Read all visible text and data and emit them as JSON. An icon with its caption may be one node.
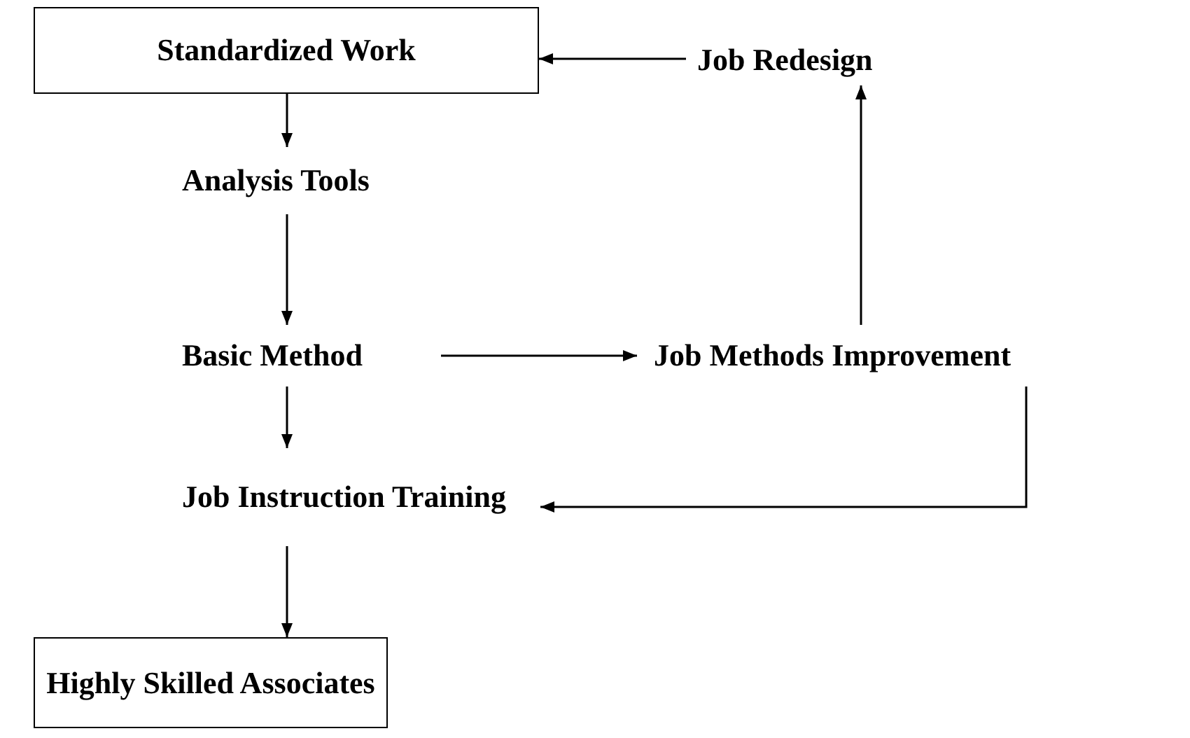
{
  "diagram": {
    "nodes": [
      {
        "text": [
          "Standardized Work"
        ]
      },
      {
        "text": [
          "Job Redesign"
        ]
      },
      {
        "text": [
          "Analysis Tools"
        ]
      },
      {
        "text": [
          "Basic Method"
        ]
      },
      {
        "text": [
          "Job Methods Improvement"
        ]
      },
      {
        "text": [
          "Job Instruction Training"
        ]
      },
      {
        "text": [
          "Highly Skilled Associates"
        ]
      }
    ],
    "edges": [
      {
        "from": 0,
        "to": 2,
        "arrow": "to"
      },
      {
        "from": 2,
        "to": 3,
        "arrow": "to"
      },
      {
        "from": 3,
        "to": 5,
        "arrow": "to"
      },
      {
        "from": 5,
        "to": 6,
        "arrow": "to"
      },
      {
        "from": 3,
        "to": 4,
        "arrow": "to"
      },
      {
        "from": 4,
        "to": 1,
        "arrow": "to"
      },
      {
        "from": 1,
        "to": 0,
        "arrow": "to"
      },
      {
        "from": 4,
        "to": 5,
        "arrow": "to"
      }
    ]
  }
}
